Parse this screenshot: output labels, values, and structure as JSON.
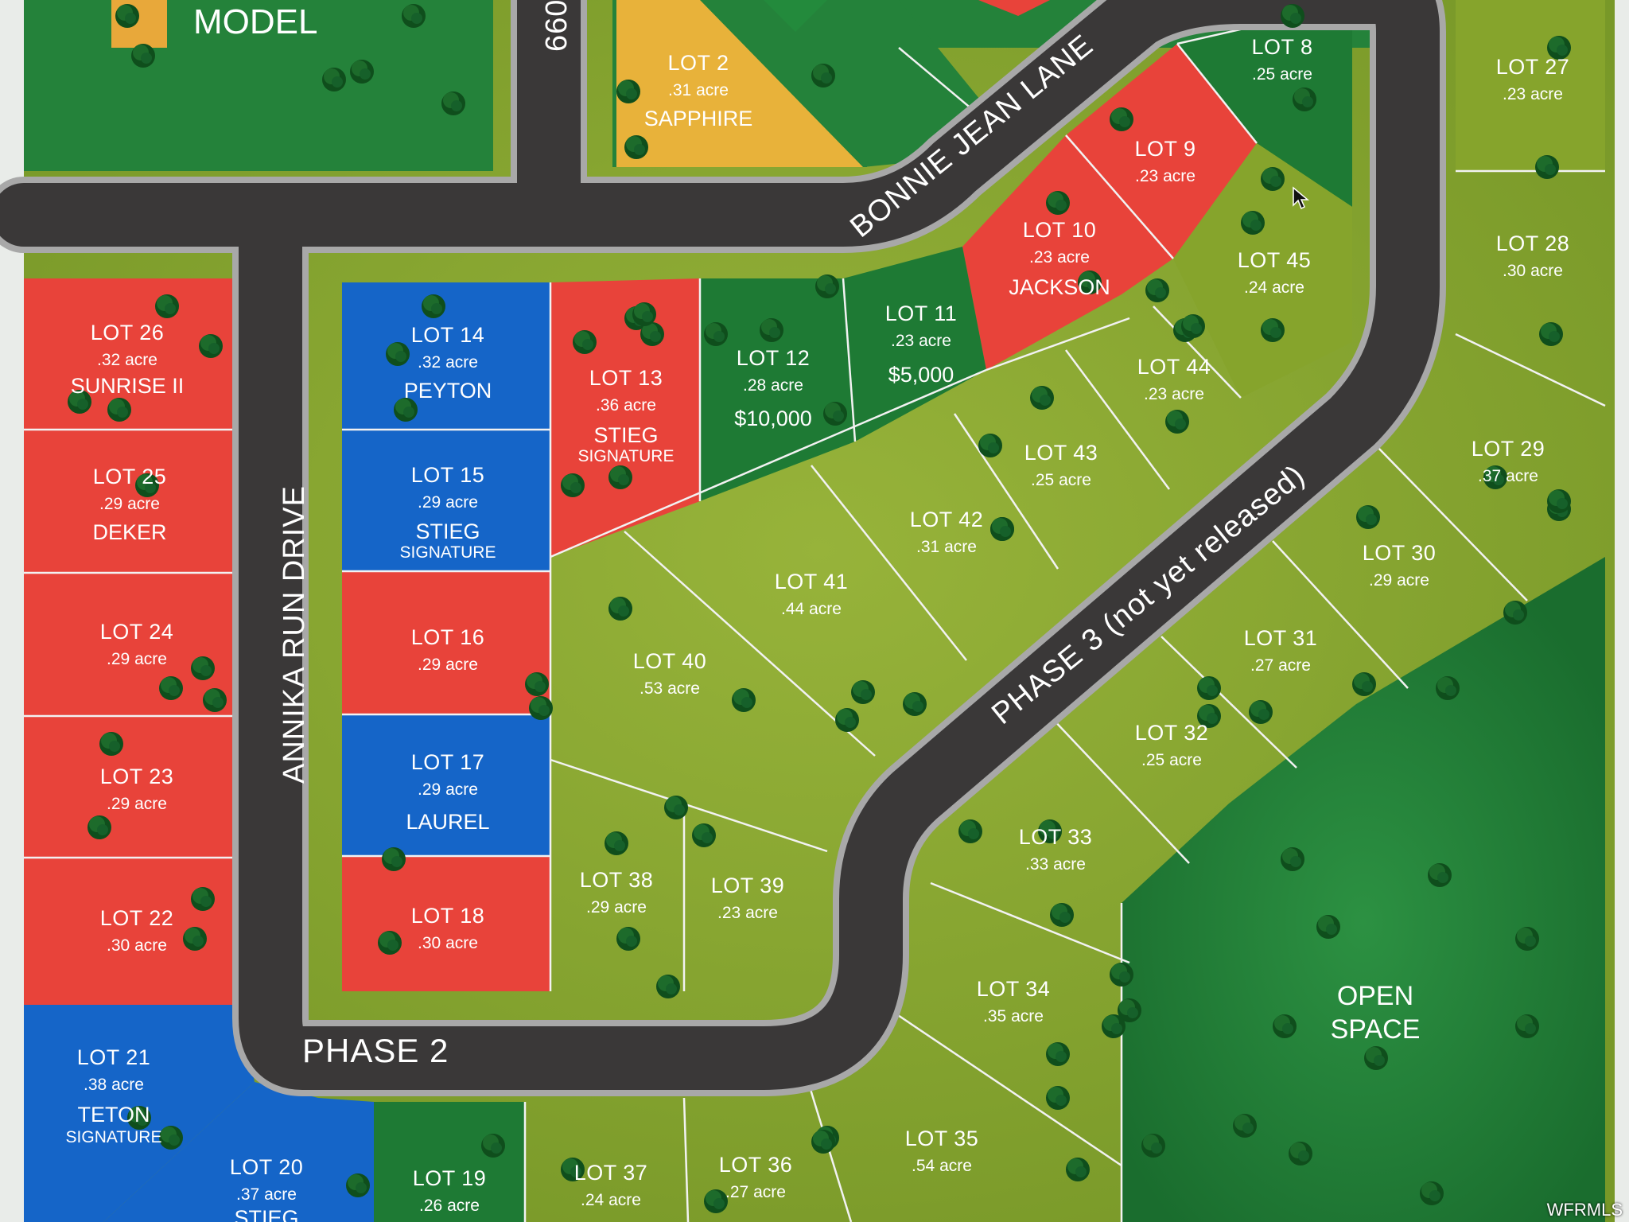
{
  "legend": {
    "model_label": "MODEL",
    "model_color": "#e8a83a"
  },
  "colors": {
    "red": "#e8433a",
    "blue": "#1565c8",
    "dark_green": "#1e7a34",
    "light_green": "#86a42c",
    "yellow": "#e8b23a",
    "road": "#3a3838",
    "road_edge": "#a8a8a8"
  },
  "roads": {
    "top_street_cut": "660",
    "bonnie_jean": "BONNIE JEAN LANE",
    "annika": "ANNIKA RUN DRIVE",
    "phase3": "PHASE 3 (not yet released)",
    "phase2": "PHASE 2"
  },
  "open_space": {
    "line1": "OPEN",
    "line2": "SPACE"
  },
  "lots": [
    {
      "id": "lot2",
      "name": "LOT 2",
      "acre": ".31 acre",
      "model": "SAPPHIRE"
    },
    {
      "id": "lot8",
      "name": "LOT 8",
      "acre": ".25 acre"
    },
    {
      "id": "lot9",
      "name": "LOT 9",
      "acre": ".23 acre"
    },
    {
      "id": "lot10",
      "name": "LOT 10",
      "acre": ".23 acre",
      "model": "JACKSON"
    },
    {
      "id": "lot11",
      "name": "LOT 11",
      "acre": ".23 acre",
      "price": "$5,000"
    },
    {
      "id": "lot12",
      "name": "LOT 12",
      "acre": ".28 acre",
      "price": "$10,000"
    },
    {
      "id": "lot13",
      "name": "LOT 13",
      "acre": ".36 acre",
      "model": "STIEG",
      "model_sub": "SIGNATURE"
    },
    {
      "id": "lot14",
      "name": "LOT 14",
      "acre": ".32 acre",
      "model": "PEYTON"
    },
    {
      "id": "lot15",
      "name": "LOT 15",
      "acre": ".29 acre",
      "model": "STIEG",
      "model_sub": "SIGNATURE"
    },
    {
      "id": "lot16",
      "name": "LOT 16",
      "acre": ".29 acre"
    },
    {
      "id": "lot17",
      "name": "LOT 17",
      "acre": ".29 acre",
      "model": "LAUREL"
    },
    {
      "id": "lot18",
      "name": "LOT 18",
      "acre": ".30 acre"
    },
    {
      "id": "lot19",
      "name": "LOT 19",
      "acre": ".26 acre"
    },
    {
      "id": "lot20",
      "name": "LOT 20",
      "acre": ".37 acre",
      "model": "STIEG"
    },
    {
      "id": "lot21",
      "name": "LOT 21",
      "acre": ".38 acre",
      "model": "TETON",
      "model_sub": "SIGNATURE"
    },
    {
      "id": "lot22",
      "name": "LOT 22",
      "acre": ".30 acre"
    },
    {
      "id": "lot23",
      "name": "LOT 23",
      "acre": ".29 acre"
    },
    {
      "id": "lot24",
      "name": "LOT 24",
      "acre": ".29 acre"
    },
    {
      "id": "lot25",
      "name": "LOT 25",
      "acre": ".29 acre",
      "model": "DEKER"
    },
    {
      "id": "lot26",
      "name": "LOT 26",
      "acre": ".32 acre",
      "model": "SUNRISE II"
    },
    {
      "id": "lot27",
      "name": "LOT 27",
      "acre": ".23 acre"
    },
    {
      "id": "lot28",
      "name": "LOT 28",
      "acre": ".30 acre"
    },
    {
      "id": "lot29",
      "name": "LOT 29",
      "acre": ".37 acre"
    },
    {
      "id": "lot30",
      "name": "LOT 30",
      "acre": ".29 acre"
    },
    {
      "id": "lot31",
      "name": "LOT 31",
      "acre": ".27 acre"
    },
    {
      "id": "lot32",
      "name": "LOT 32",
      "acre": ".25 acre"
    },
    {
      "id": "lot33",
      "name": "LOT 33",
      "acre": ".33 acre"
    },
    {
      "id": "lot34",
      "name": "LOT 34",
      "acre": ".35 acre"
    },
    {
      "id": "lot35",
      "name": "LOT 35",
      "acre": ".54 acre"
    },
    {
      "id": "lot36",
      "name": "LOT 36",
      "acre": ".27 acre"
    },
    {
      "id": "lot37",
      "name": "LOT 37",
      "acre": ".24 acre"
    },
    {
      "id": "lot38",
      "name": "LOT 38",
      "acre": ".29 acre"
    },
    {
      "id": "lot39",
      "name": "LOT 39",
      "acre": ".23 acre"
    },
    {
      "id": "lot40",
      "name": "LOT 40",
      "acre": ".53 acre"
    },
    {
      "id": "lot41",
      "name": "LOT 41",
      "acre": ".44 acre"
    },
    {
      "id": "lot42",
      "name": "LOT 42",
      "acre": ".31 acre"
    },
    {
      "id": "lot43",
      "name": "LOT 43",
      "acre": ".25 acre"
    },
    {
      "id": "lot44",
      "name": "LOT 44",
      "acre": ".23 acre"
    },
    {
      "id": "lot45",
      "name": "LOT 45",
      "acre": ".24 acre"
    }
  ],
  "watermark": "WFRMLS"
}
